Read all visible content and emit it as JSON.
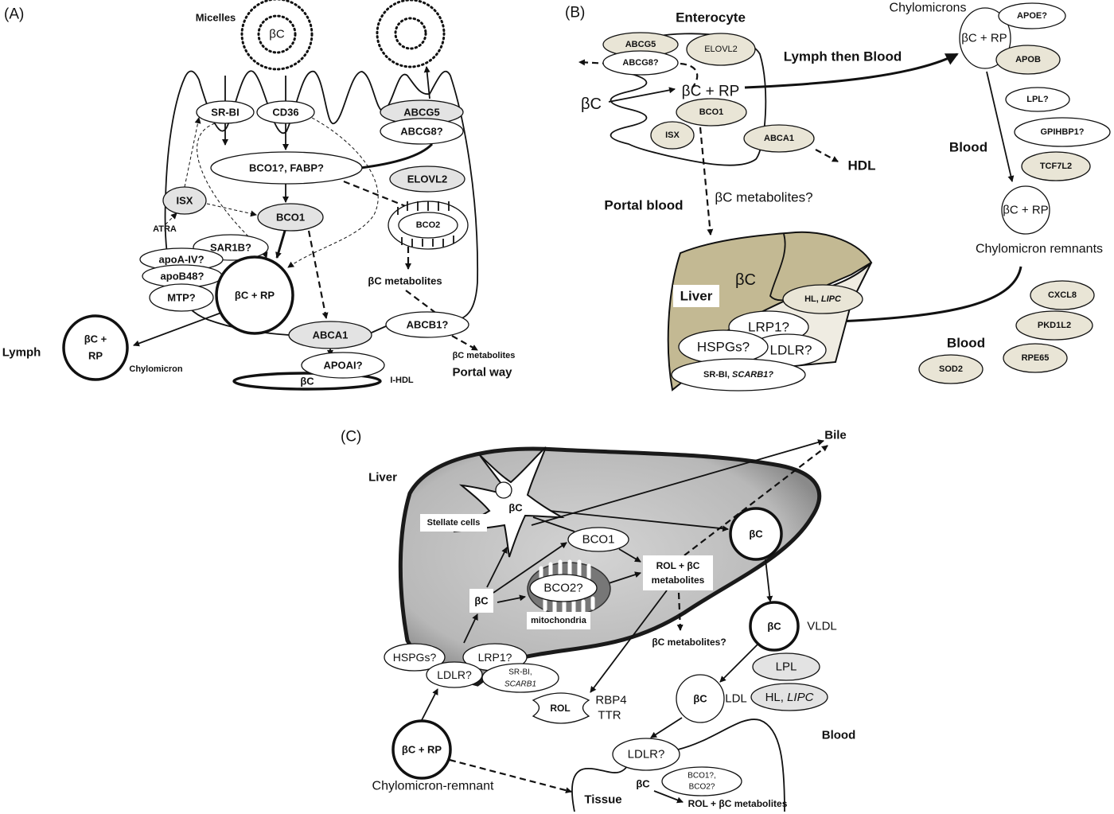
{
  "colors": {
    "beige_protein": "#e9e5d6",
    "gray_protein": "#e3e3e3",
    "liver_b": "#c3b993",
    "liver_c": "#bdbdbd",
    "mitochondria_c": "#777777"
  },
  "panel_a": {
    "label": "(A)",
    "micelles": "Micelles",
    "micelle_bc": "βC",
    "sr_bi": "SR-BI",
    "cd36": "CD36",
    "abcg5": "ABCG5",
    "abcg8": "ABCG8?",
    "bco1_fabp": "BCO1?, FABP?",
    "elovl2": "ELOVL2",
    "isx": "ISX",
    "atra": "ATRA",
    "bco1": "BCO1",
    "bco2": "BCO2",
    "sar1b": "SAR1B?",
    "apoa4": "apoA-IV?",
    "apob48": "apoB48?",
    "mtp": "MTP?",
    "bc_rp": "βC + RP",
    "bc_metabolites": "βC metabolites",
    "abcb1": "ABCB1?",
    "abca1": "ABCA1",
    "apoai": "APOAI?",
    "hdl_bc": "βC",
    "i_hdl": "I-HDL",
    "chylo_bc": "βC +",
    "chylo_rp": "RP",
    "chylomicron": "Chylomicron",
    "lymph": "Lymph",
    "portal_metabolites": "βC metabolites",
    "portal_way": "Portal way"
  },
  "panel_b": {
    "label": "(B)",
    "enterocyte": "Enterocyte",
    "abcg5": "ABCG5",
    "abcg8": "ABCG8?",
    "elovl2": "ELOVL2",
    "bc_rp": "βC + RP",
    "bco1": "BCO1",
    "isx": "ISX",
    "abca1": "ABCA1",
    "bc": "βC",
    "hdl": "HDL",
    "lymph_then_blood": "Lymph then Blood",
    "portal_blood": "Portal blood",
    "bc_metabolites": "βC metabolites?",
    "chylomicrons": "Chylomicrons",
    "chylo_bc_rp": "βC + RP",
    "apoe": "APOE?",
    "apob": "APOB",
    "lpl": "LPL?",
    "gpihbp1": "GPIHBP1?",
    "tcf7l2": "TCF7L2",
    "blood_1": "Blood",
    "remnant_bc_rp": "βC + RP",
    "chylomicron_remnants": "Chylomicron remnants",
    "cxcl8": "CXCL8",
    "pkd1l2": "PKD1L2",
    "rpe65": "RPE65",
    "sod2": "SOD2",
    "blood_2": "Blood",
    "liver": "Liver",
    "liver_bc": "βC",
    "hl": "HL, ",
    "lipc": "LIPC",
    "lrp1": "LRP1?",
    "hspgs": "HSPGs?",
    "ldlr": "LDLR?",
    "srbi": "SR-BI, ",
    "scarb1": "SCARB1?"
  },
  "panel_c": {
    "label": "(C)",
    "liver": "Liver",
    "bile": "Bile",
    "stellate_bc": "βC",
    "stellate_cells": "Stellate cells",
    "bco1": "BCO1",
    "rol_bc_1": "ROL + βC",
    "rol_bc_2": "metabolites",
    "bco2": "BCO2?",
    "bc": "βC",
    "mitochondria": "mitochondria",
    "hepatic_bc": "βC",
    "vldl_bc": "βC",
    "vldl": "VLDL",
    "lpl": "LPL",
    "hl": "HL, ",
    "lipc": "LIPC",
    "ldl_bc": "βC",
    "ldl": "LDL",
    "hspgs": "HSPGs?",
    "lrp1": "LRP1?",
    "ldlr": "LDLR?",
    "srbi": "SR-BI,",
    "scarb1": "SCARB1",
    "bc_metabolites": "βC metabolites?",
    "rol": "ROL",
    "rbp4": "RBP4",
    "ttr": "TTR",
    "cr_bc_rp": "βC + RP",
    "chylomicron_remnant": "Chylomicron-remnant",
    "blood": "Blood",
    "tissue_ldlr": "LDLR?",
    "bco1_bco2_1": "BCO1?,",
    "bco1_bco2_2": "BCO2?",
    "tissue_bc": "βC",
    "tissue_output": "ROL + βC metabolites",
    "tissue": "Tissue"
  }
}
